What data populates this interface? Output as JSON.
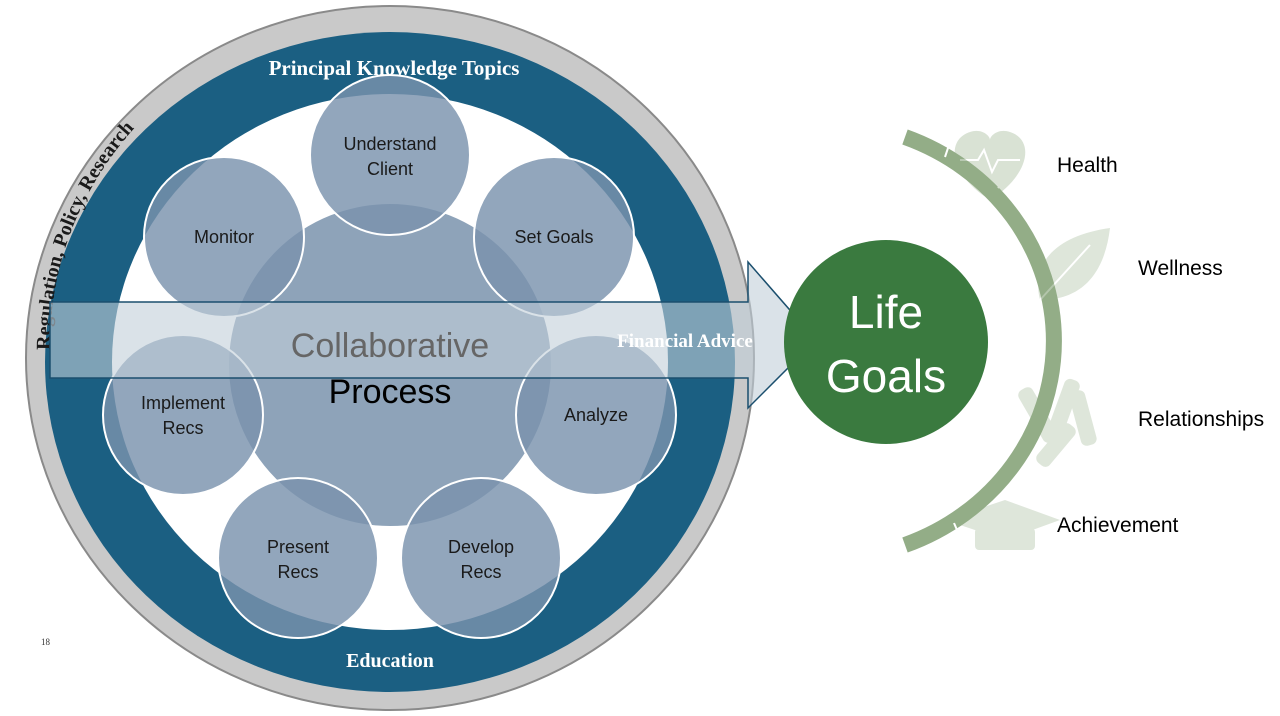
{
  "diagram": {
    "outer_ring_label": "Regulation, Policy, Research",
    "ring_top_label": "Principal Knowledge Topics",
    "ring_bottom_label": "Education",
    "center_line1": "Collaborative",
    "center_line2": "Process",
    "arrow_label": "Financial Advice",
    "steps": [
      {
        "line1": "Understand",
        "line2": "Client"
      },
      {
        "line1": "Set Goals",
        "line2": ""
      },
      {
        "line1": "Analyze",
        "line2": ""
      },
      {
        "line1": "Develop",
        "line2": "Recs"
      },
      {
        "line1": "Present",
        "line2": "Recs"
      },
      {
        "line1": "Implement",
        "line2": "Recs"
      },
      {
        "line1": "Monitor",
        "line2": ""
      }
    ],
    "goal_line1": "Life",
    "goal_line2": "Goals",
    "outcomes": [
      "Health",
      "Wellness",
      "Relationships",
      "Achievement"
    ],
    "outcome_icons": [
      "heart-pulse-icon",
      "leaf-icon",
      "hands-icon",
      "graduation-cap-icon"
    ],
    "page_number": "18",
    "colors": {
      "outer_ring": "#c9c9c9",
      "knowledge_ring": "#1b5f82",
      "step_circle": "#7a93ad",
      "goal_circle": "#3a7a3f",
      "arc": "#93ad87"
    }
  }
}
